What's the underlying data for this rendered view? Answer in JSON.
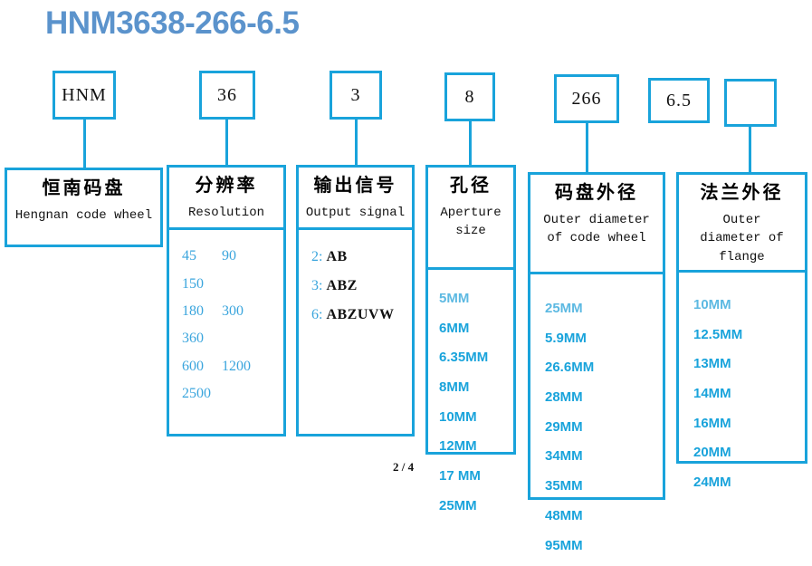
{
  "title": "HNM3638-266-6.5",
  "page_indicator": "2 / 4",
  "colors": {
    "accent_blue": "#19a3db",
    "title_blue": "#5b93cc",
    "value_blue": "#3aa5dd",
    "value_blue_light": "#5cb9e2",
    "text_black": "#111111"
  },
  "code_boxes": [
    {
      "label": "HNM"
    },
    {
      "label": "36"
    },
    {
      "label": "3"
    },
    {
      "label": "8"
    },
    {
      "label": "266"
    },
    {
      "label": "6.5"
    },
    {
      "label": ""
    }
  ],
  "categories": [
    {
      "cn": "恒南码盘",
      "en": "Hengnan code wheel",
      "values": []
    },
    {
      "cn": "分辨率",
      "en": "Resolution",
      "values": [
        "45",
        "90",
        "150",
        "180",
        "300",
        "360",
        "600",
        "1200",
        "2500"
      ]
    },
    {
      "cn": "输出信号",
      "en": "Output signal",
      "values": [
        {
          "key": "2:",
          "value": "AB"
        },
        {
          "key": "3:",
          "value": "ABZ"
        },
        {
          "key": "6:",
          "value": "ABZUVW"
        }
      ]
    },
    {
      "cn": "孔径",
      "en": "Aperture size",
      "values": [
        "5MM",
        "6MM",
        "6.35MM",
        "8MM",
        "10MM",
        "12MM",
        "17 MM",
        "25MM"
      ]
    },
    {
      "cn": "码盘外径",
      "en": "Outer diameter of code wheel",
      "values": [
        "25MM",
        "5.9MM",
        "26.6MM",
        "28MM",
        "29MM",
        "34MM",
        "35MM",
        "48MM",
        "95MM"
      ]
    },
    {
      "cn": "法兰外径",
      "en": "Outer diameter of flange",
      "values": [
        "10MM",
        "12.5MM",
        "13MM",
        "14MM",
        "16MM",
        "20MM",
        "24MM"
      ]
    }
  ]
}
